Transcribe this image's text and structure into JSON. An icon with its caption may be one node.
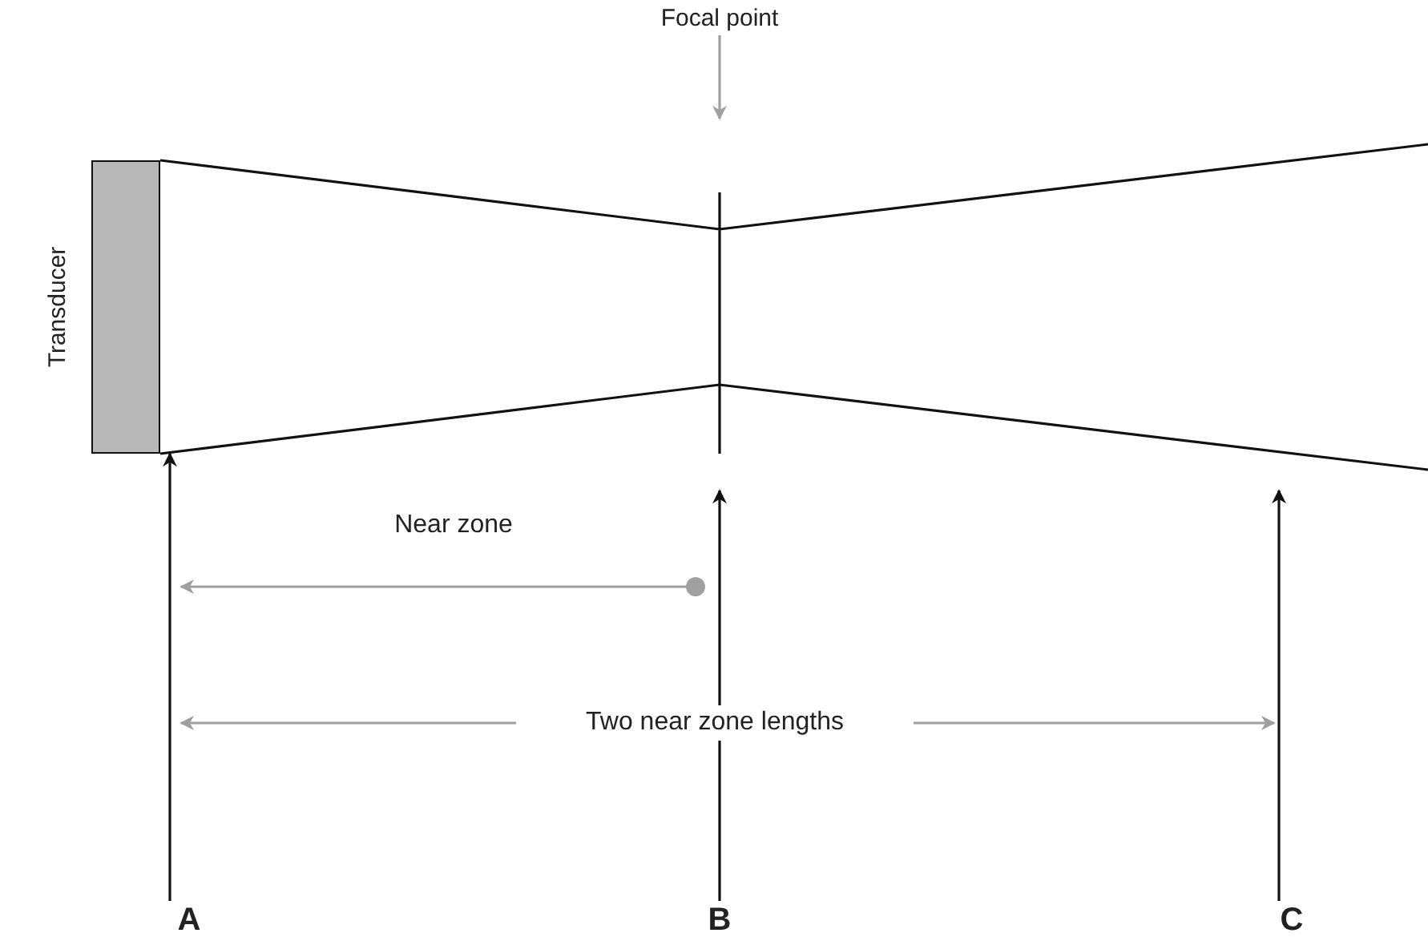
{
  "diagram": {
    "nodes": [
      {
        "text": [
          "Transducer"
        ]
      },
      {
        "text": [
          "Focal point"
        ]
      },
      {
        "text": [
          "A"
        ]
      },
      {
        "text": [
          "B"
        ]
      },
      {
        "text": [
          "C"
        ]
      }
    ],
    "edges": [
      {
        "from": 1,
        "to": null,
        "arrow": "to",
        "color": "#a0a0a0"
      },
      {
        "from": 2,
        "to": 0,
        "arrow": "to"
      },
      {
        "from": 3,
        "to": null,
        "arrow": "to"
      },
      {
        "from": 4,
        "to": null,
        "arrow": "to"
      }
    ],
    "labels": [
      "Near zone",
      "Two near zone lengths"
    ]
  }
}
